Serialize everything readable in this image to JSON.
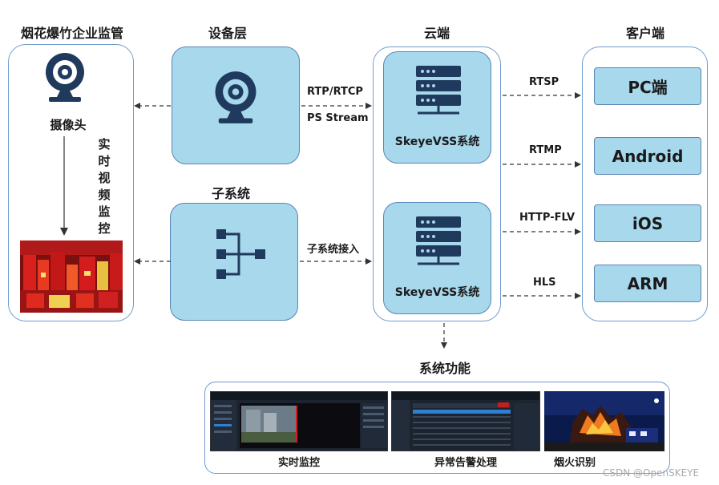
{
  "columns": {
    "monitoring_title": "烟花爆竹企业监管",
    "device_title": "设备层",
    "cloud_title": "云端",
    "client_title": "客户端",
    "subsystem_title": "子系统",
    "functions_title": "系统功能"
  },
  "monitoring": {
    "camera_label": "摄像头",
    "vertical_label": "实时视频监控"
  },
  "protocols": {
    "device_to_cloud_1": "RTP/RTCP",
    "device_to_cloud_2": "PS Stream",
    "subsystem_to_cloud": "子系统接入",
    "rtsp": "RTSP",
    "rtmp": "RTMP",
    "http_flv": "HTTP-FLV",
    "hls": "HLS"
  },
  "cloud": {
    "server_top": "SkeyeVSS系统",
    "server_bottom": "SkeyeVSS系统"
  },
  "clients": [
    "PC端",
    "Android",
    "iOS",
    "ARM"
  ],
  "functions": {
    "realtime": "实时监控",
    "alarm": "异常告警处理",
    "fire": "烟火识别"
  },
  "watermark": "CSDN @OpenSKEYE",
  "colors": {
    "box_fill": "#a7d8ec",
    "box_border": "#5a86b5",
    "panel_border": "#6f9ccc",
    "icon": "#1f3a5c"
  }
}
